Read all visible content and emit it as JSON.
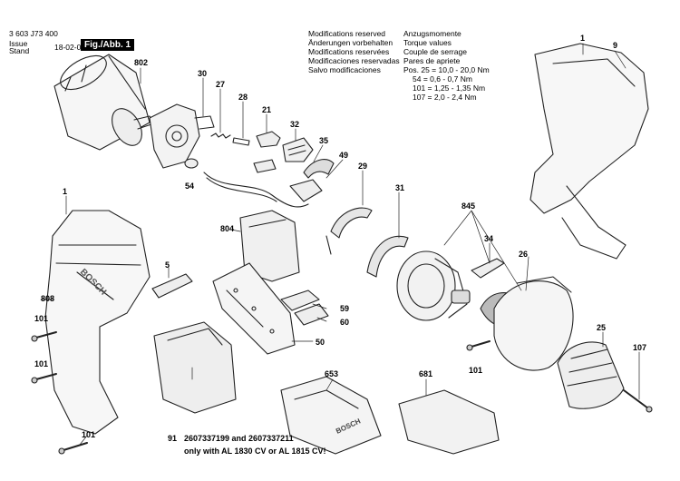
{
  "header": {
    "doc_number": "3 603 J73 400",
    "issue_label_1": "Issue",
    "issue_label_2": "Stand",
    "issue_date": "18-02-05",
    "fig_label": "Fig./Abb. 1"
  },
  "notices": {
    "modifications": [
      "Modifications reserved",
      "Änderungen vorbehalten",
      "Modifications reservées",
      "Modificaciones reservadas",
      "Salvo modificaciones"
    ],
    "torque_heading": [
      "Anzugsmomente",
      "Torque values",
      "Couple de serrage",
      "Pares de apriete"
    ],
    "torque_rows": [
      "Pos. 25 = 10,0 - 20,0 Nm",
      "54 = 0,6 - 0,7 Nm",
      "101 = 1,25 - 1,35 Nm",
      "107 = 2,0 - 2,4 Nm"
    ]
  },
  "battery_note": {
    "part_numbers": "2607337199 and 2607337211",
    "compatibility": "only with AL 1830 CV or AL 1815 CV!"
  },
  "labels": {
    "p1_top": "1",
    "p9": "9",
    "p802": "802",
    "p30": "30",
    "p27": "27",
    "p28": "28",
    "p21": "21",
    "p32": "32",
    "p35": "35",
    "p49": "49",
    "p29": "29",
    "p54": "54",
    "p31": "31",
    "p845": "845",
    "p1_left": "1",
    "p804": "804",
    "p34": "34",
    "p26": "26",
    "p5": "5",
    "p808": "808",
    "p59": "59",
    "p60": "60",
    "p101_a": "101",
    "p101_b": "101",
    "p101_c": "101",
    "p101_d": "101",
    "p50": "50",
    "p25": "25",
    "p107": "107",
    "p653": "653",
    "p681": "681",
    "p91": "91"
  },
  "brand_marks": [
    "BOSCH",
    "BOSCH"
  ]
}
